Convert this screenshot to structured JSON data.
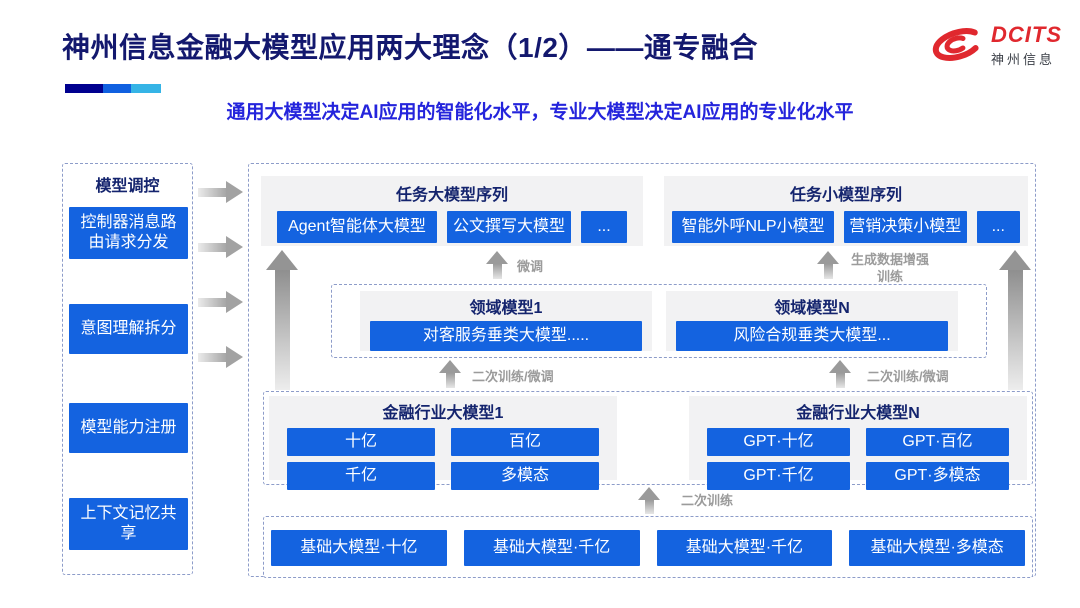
{
  "colors": {
    "accent_blue": "#1463E0",
    "navy_text": "#13186E",
    "subtitle_blue": "#2424DC",
    "logo_red": "#E0282E",
    "label_gray": "#9B9B9B"
  },
  "header": {
    "title": "神州信息金融大模型应用两大理念（1/2）——通专融合",
    "subtitle": "通用大模型决定AI应用的智能化水平，专业大模型决定AI应用的专业化水平",
    "logo": {
      "brand": "DCITS",
      "brand_cn": "神州信息"
    }
  },
  "sidebar": {
    "title": "模型调控",
    "items": [
      "控制器消息路由请求分发",
      "意图理解拆分",
      "模型能力注册",
      "上下文记忆共享"
    ]
  },
  "diagram": {
    "task_large": {
      "title": "任务大模型序列",
      "items": [
        "Agent智能体大模型",
        "公文撰写大模型",
        "..."
      ]
    },
    "task_small": {
      "title": "任务小模型序列",
      "items": [
        "智能外呼NLP小模型",
        "营销决策小模型",
        "..."
      ]
    },
    "domain_1": {
      "title": "领域模型1",
      "item": "对客服务垂类大模型....."
    },
    "domain_n": {
      "title": "领域模型N",
      "item": "风险合规垂类大模型..."
    },
    "industry_1": {
      "title": "金融行业大模型1",
      "items": [
        "十亿",
        "百亿",
        "千亿",
        "多模态"
      ]
    },
    "industry_n": {
      "title": "金融行业大模型N",
      "items": [
        "GPT·十亿",
        "GPT·百亿",
        "GPT·千亿",
        "GPT·多模态"
      ]
    },
    "base_models": [
      "基础大模型·十亿",
      "基础大模型·千亿",
      "基础大模型·千亿",
      "基础大模型·多模态"
    ],
    "labels": {
      "fine_tune": "微调",
      "gen_data_train": "生成数据增强训练",
      "second_train_ft": "二次训练/微调",
      "second_train": "二次训练"
    }
  }
}
